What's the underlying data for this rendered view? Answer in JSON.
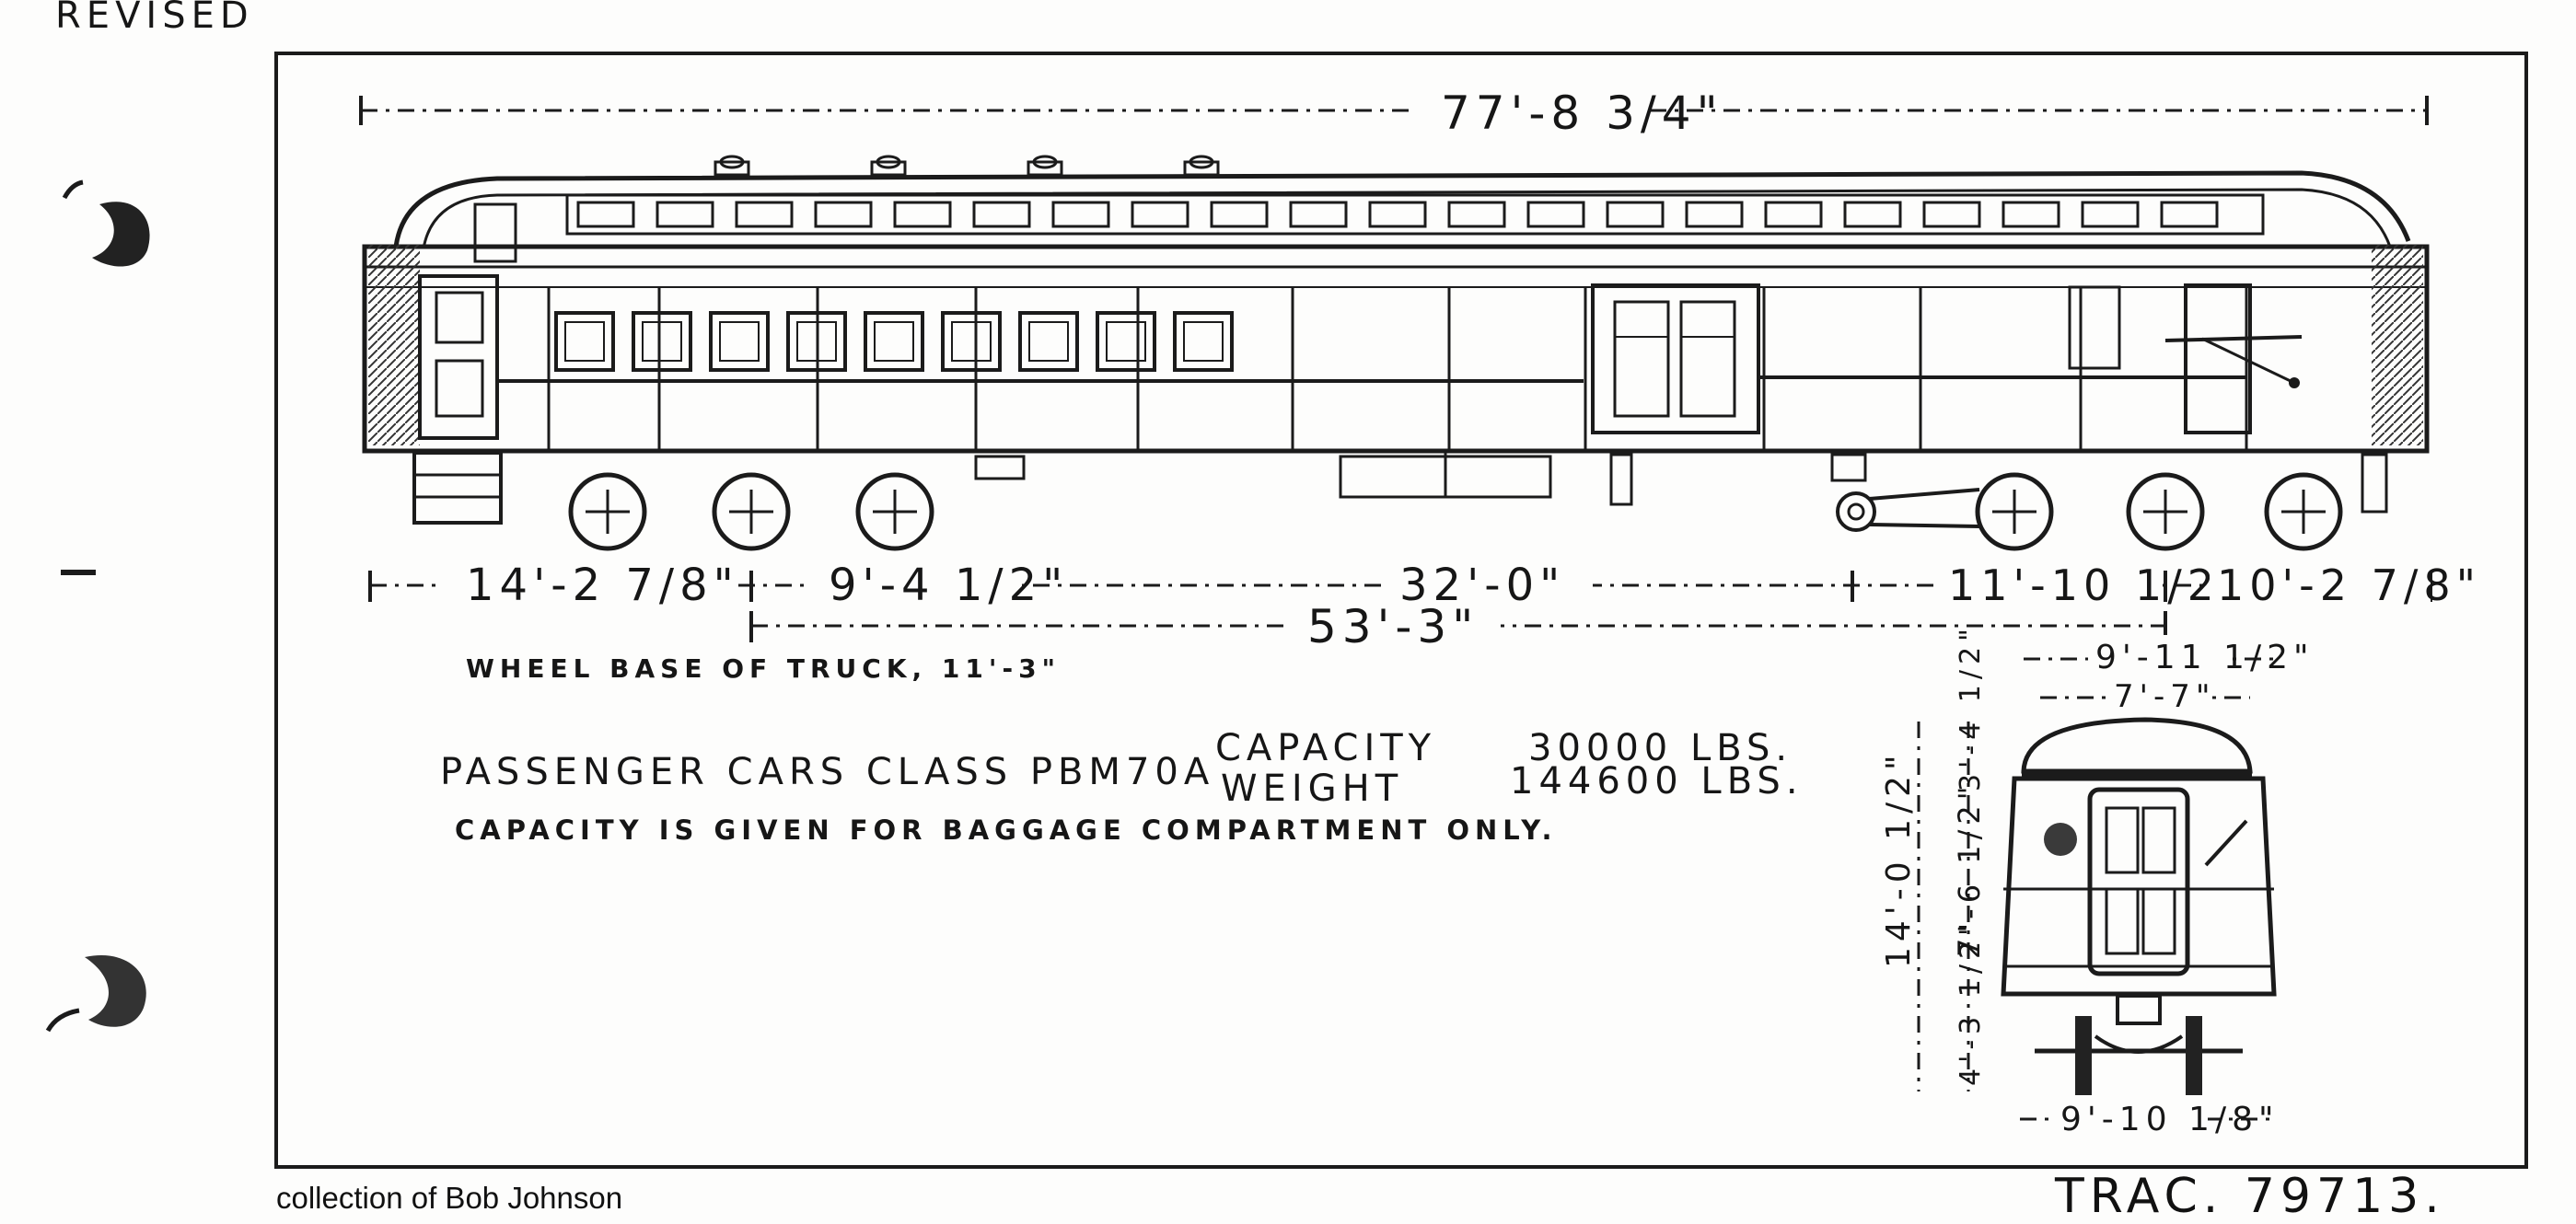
{
  "header_fragment": "REVISED",
  "dimensions": {
    "overall_length": "77'-8 3/4\"",
    "truck_end_left": "14'-2 7/8\"",
    "wheel_spacing_left": "9'-4 1/2\"",
    "center_span": "32'-0\"",
    "wheel_spacing_right": "11'-10 1/2\"",
    "truck_end_right": "10'-2 7/8\"",
    "truck_centers": "53'-3\"",
    "end_width_top": "9'-11 1/2\"",
    "end_width_inner": "7'-7\"",
    "end_roof_height": "3'-4 1/2\"",
    "end_total_height": "14'-0 1/2\"",
    "end_body_height": "7'-6 1/2\"",
    "end_floor_height": "4'-3 1/2\"",
    "end_width_bottom": "9'-10 1/8\""
  },
  "labels": {
    "wheel_base": "WHEEL BASE OF TRUCK, 11'-3\"",
    "car_class": "PASSENGER CARS CLASS PBM70A",
    "capacity_label": "CAPACITY",
    "capacity_value": "30000 LBS.",
    "weight_label": "WEIGHT",
    "weight_value": "144600 LBS.",
    "note": "CAPACITY IS GIVEN FOR BAGGAGE COMPARTMENT ONLY."
  },
  "footer": {
    "credit": "collection of Bob Johnson",
    "drawing_number": "TRAC. 79713."
  }
}
